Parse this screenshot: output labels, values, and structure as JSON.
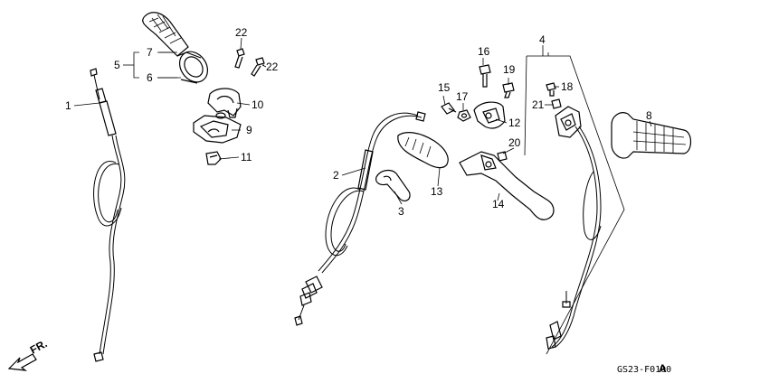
{
  "diagram": {
    "callouts": [
      {
        "id": "c1",
        "text": "1"
      },
      {
        "id": "c2",
        "text": "2"
      },
      {
        "id": "c3",
        "text": "3"
      },
      {
        "id": "c4",
        "text": "4"
      },
      {
        "id": "c5",
        "text": "5"
      },
      {
        "id": "c6",
        "text": "6"
      },
      {
        "id": "c7",
        "text": "7"
      },
      {
        "id": "c8",
        "text": "8"
      },
      {
        "id": "c9",
        "text": "9"
      },
      {
        "id": "c10",
        "text": "10"
      },
      {
        "id": "c11",
        "text": "11"
      },
      {
        "id": "c12",
        "text": "12"
      },
      {
        "id": "c13",
        "text": "13"
      },
      {
        "id": "c14",
        "text": "14"
      },
      {
        "id": "c15",
        "text": "15"
      },
      {
        "id": "c16",
        "text": "16"
      },
      {
        "id": "c17",
        "text": "17"
      },
      {
        "id": "c18",
        "text": "18"
      },
      {
        "id": "c19",
        "text": "19"
      },
      {
        "id": "c20",
        "text": "20"
      },
      {
        "id": "c21",
        "text": "21"
      },
      {
        "id": "c22a",
        "text": "22"
      },
      {
        "id": "c22b",
        "text": "22"
      }
    ],
    "direction_label": "FR.",
    "figure_code": "GS23-F0100",
    "figure_suffix": "A"
  }
}
